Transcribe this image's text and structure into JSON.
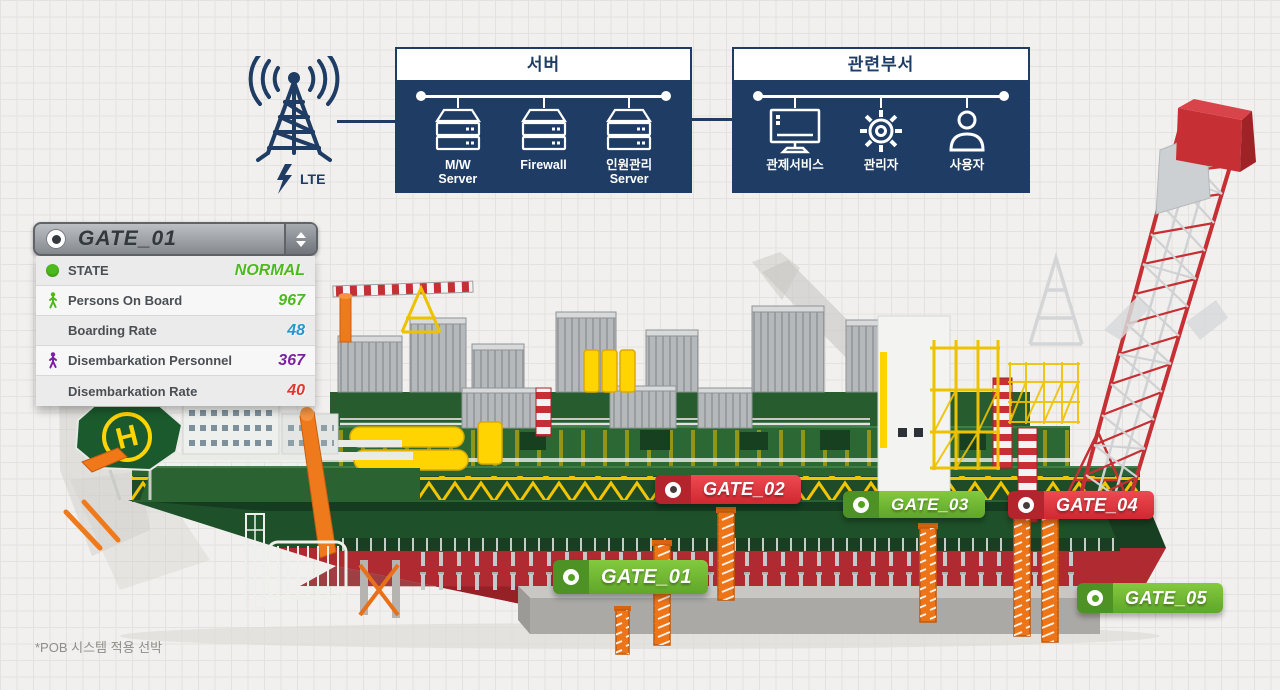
{
  "lte": {
    "label": "LTE"
  },
  "server_box": {
    "title": "서버",
    "items": [
      {
        "name": "mw-server",
        "line1": "M/W",
        "line2": "Server"
      },
      {
        "name": "firewall",
        "line1": "Firewall",
        "line2": ""
      },
      {
        "name": "personnel-server",
        "line1": "인원관리",
        "line2": "Server"
      }
    ]
  },
  "dept_box": {
    "title": "관련부서",
    "items": [
      {
        "name": "control-service",
        "label": "관제서비스"
      },
      {
        "name": "administrator",
        "label": "관리자"
      },
      {
        "name": "user",
        "label": "사용자"
      }
    ]
  },
  "gate_panel": {
    "selected_gate": "GATE_01",
    "rows": [
      {
        "label": "STATE",
        "value": "NORMAL",
        "color": "#4cba1c"
      },
      {
        "label": "Persons On Board",
        "value": "967",
        "color": "#4cba1c"
      },
      {
        "label": "Boarding Rate",
        "value": "48",
        "color": "#2596d1"
      },
      {
        "label": "Disembarkation Personnel",
        "value": "367",
        "color": "#7d1fa5"
      },
      {
        "label": "Disembarkation Rate",
        "value": "40",
        "color": "#e2372e"
      }
    ]
  },
  "gate_badges": [
    {
      "label": "GATE_02",
      "status": "alert",
      "badge_color": "#d6323b",
      "dot_color": "#453c3c"
    },
    {
      "label": "GATE_03",
      "status": "normal",
      "badge_color": "#6cb033",
      "dot_color": "#54a21f"
    },
    {
      "label": "GATE_04",
      "status": "alert",
      "badge_color": "#d6323b",
      "dot_color": "#453c3c"
    },
    {
      "label": "GATE_01",
      "status": "normal",
      "badge_color": "#6cb033",
      "dot_color": "#54a21f"
    },
    {
      "label": "GATE_05",
      "status": "normal",
      "badge_color": "#6cb033",
      "dot_color": "#54a21f"
    }
  ],
  "ship": {
    "helipad_mark": "H"
  },
  "footnote": "*POB 시스템 적용 선박"
}
